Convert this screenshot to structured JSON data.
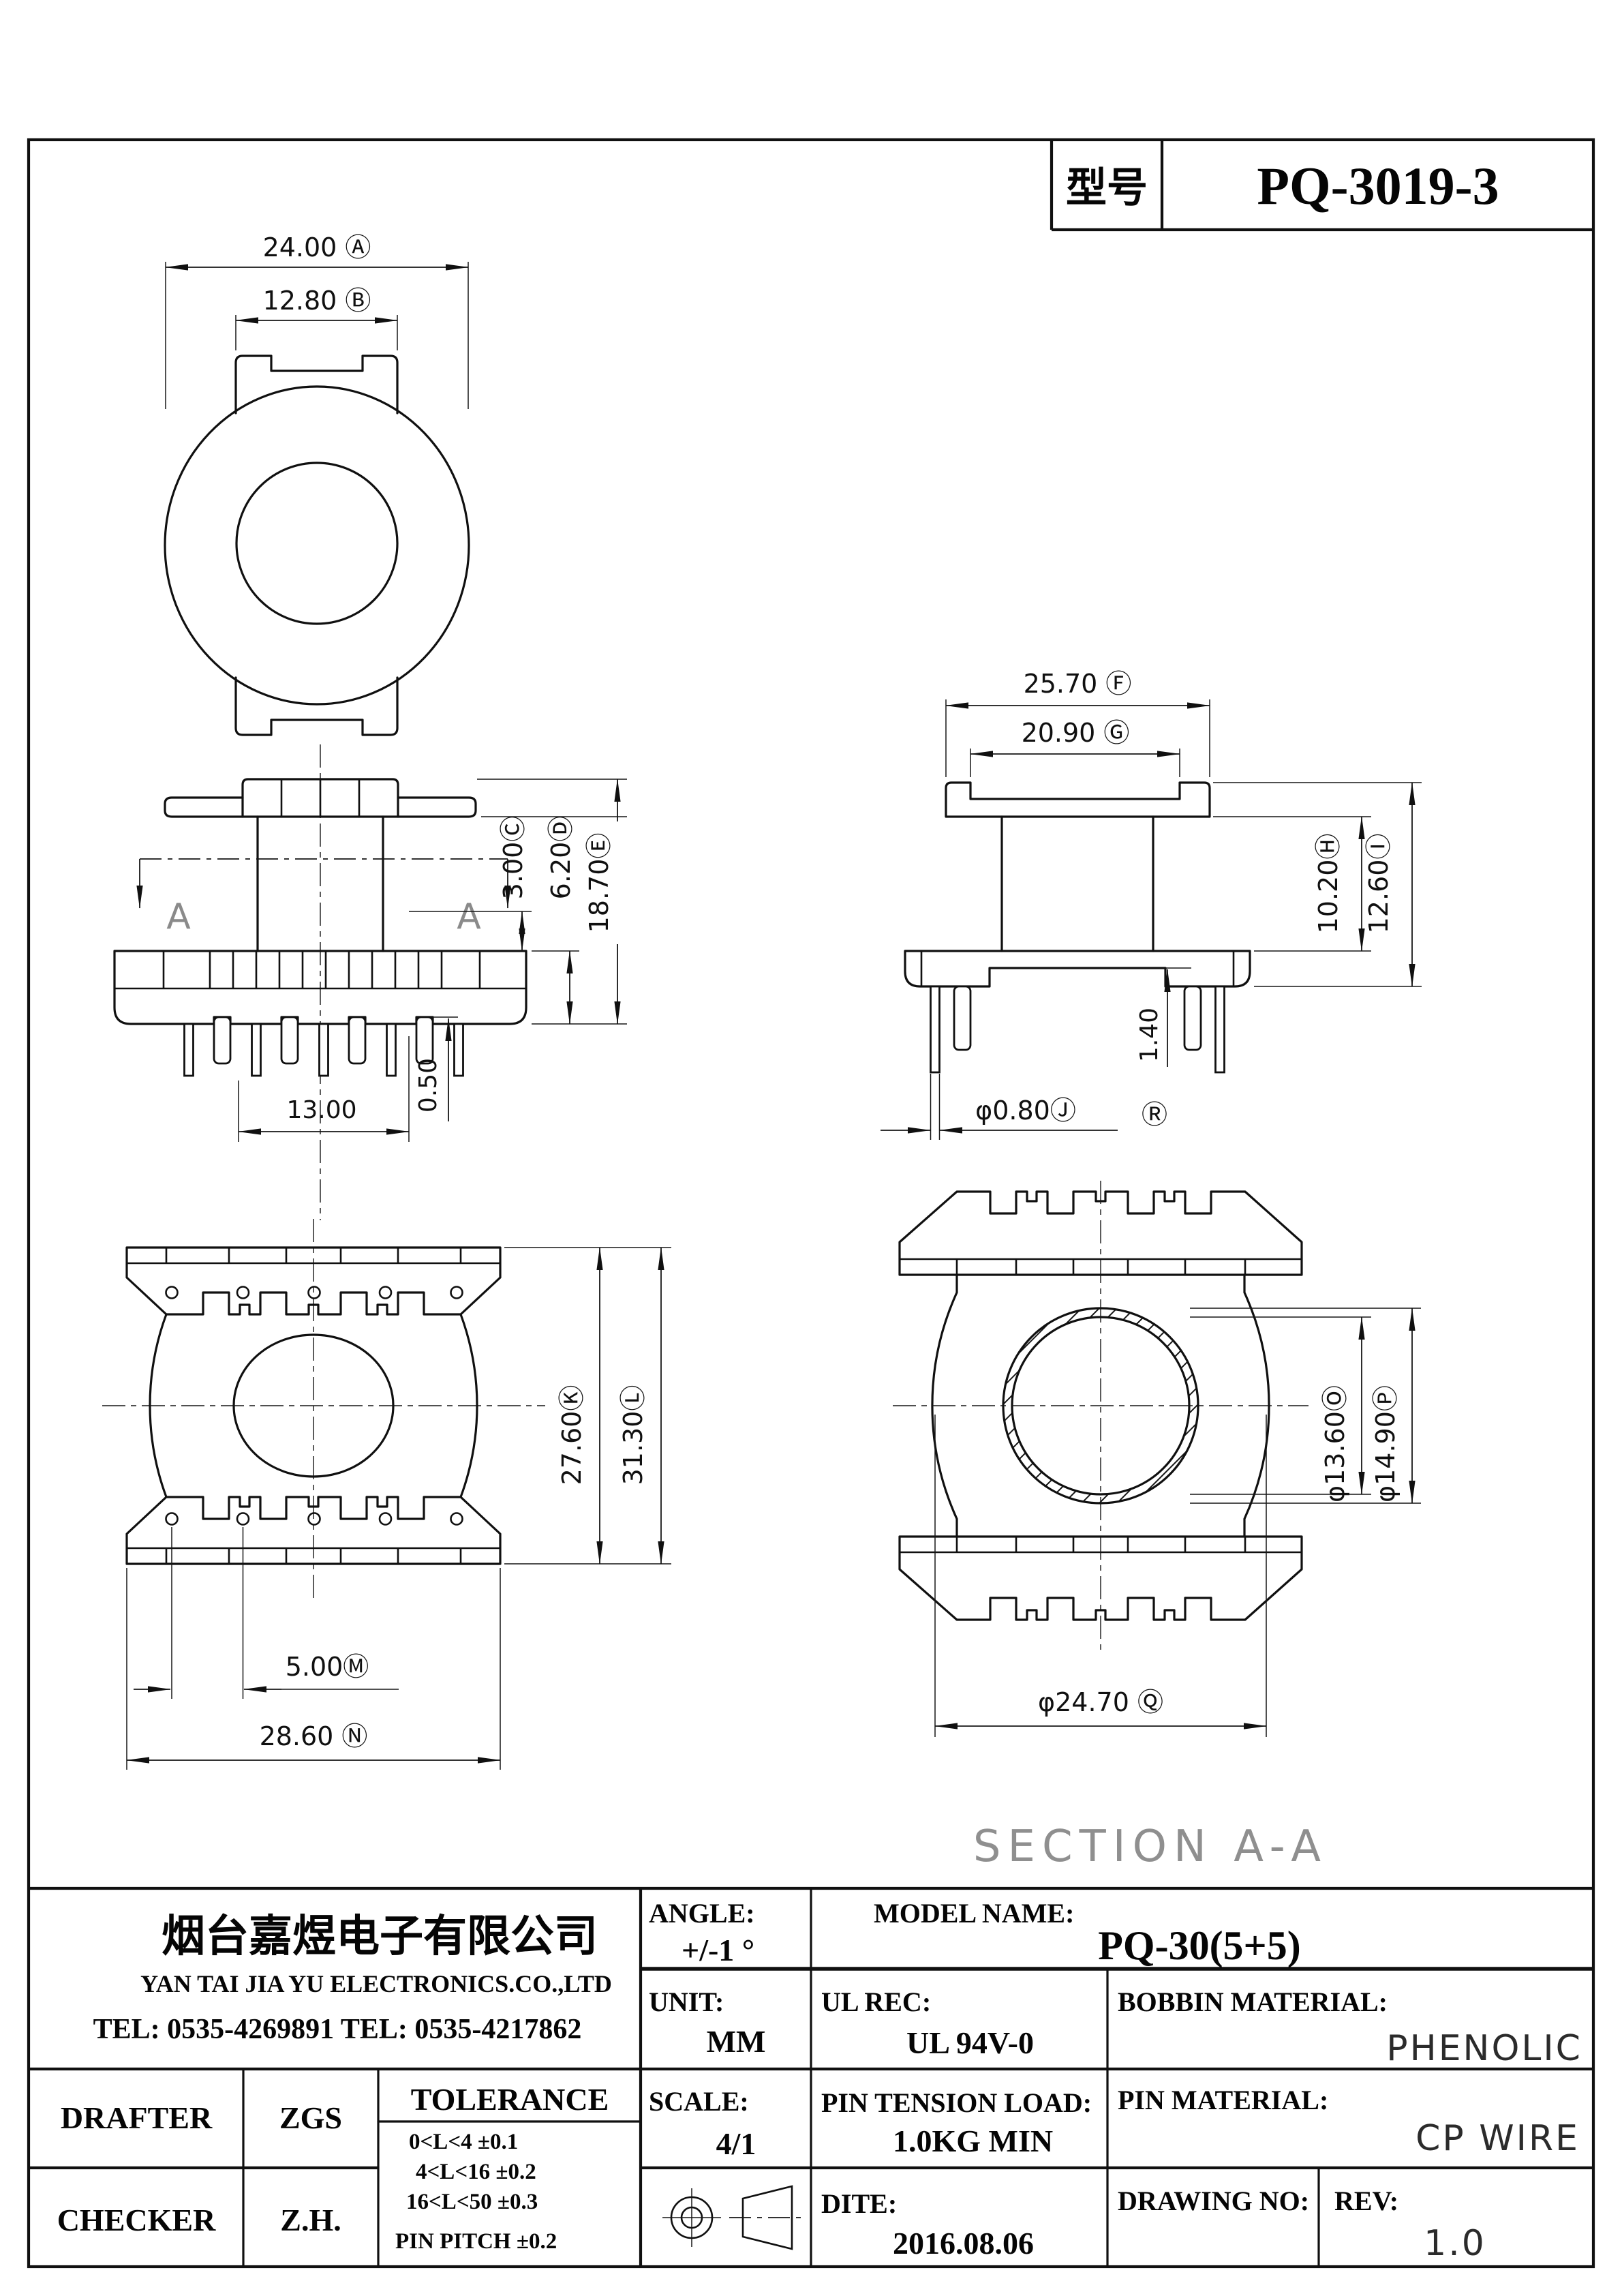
{
  "title": {
    "label": "型号",
    "value": "PQ-3019-3"
  },
  "dims": {
    "a": "24.00 Ⓐ",
    "b": "12.80 Ⓑ",
    "c": "3.00Ⓒ",
    "d": "6.20Ⓓ",
    "e": "18.70Ⓔ",
    "w13": "13.00",
    "s05": "0.50",
    "f": "25.70 Ⓕ",
    "g": "20.90 Ⓖ",
    "h": "10.20Ⓗ",
    "i": "12.60Ⓘ",
    "j": "φ0.80Ⓙ",
    "r": "Ⓡ",
    "t14": "1.40",
    "k": "27.60Ⓚ",
    "l": "31.30Ⓛ",
    "m": "5.00Ⓜ",
    "n": "28.60 Ⓝ",
    "o": "φ13.60Ⓞ",
    "p": "φ14.90Ⓟ",
    "q": "φ24.70 Ⓠ"
  },
  "marks": {
    "a_left": "A",
    "a_right": "A",
    "caption": "SECTION A-A"
  },
  "table": {
    "company_cn": "烟台嘉煜电子有限公司",
    "company_en": "YAN TAI JIA YU ELECTRONICS.CO.,LTD",
    "company_tel": "TEL: 0535-4269891    TEL: 0535-4217862",
    "drafter_label": "DRAFTER",
    "drafter_value": "ZGS",
    "checker_label": "CHECKER",
    "checker_value": "Z.H.",
    "tolerance_title": "TOLERANCE",
    "tolerance_rows": [
      "0<L<4    ±0.1",
      "4<L<16   ±0.2",
      "16<L<50   ±0.3",
      "PIN PITCH  ±0.2"
    ],
    "angle_label": "ANGLE:",
    "angle_value": "+/-1 °",
    "model_label": "MODEL NAME:",
    "model_value": "PQ-30(5+5)",
    "unit_label": "UNIT:",
    "unit_value": "MM",
    "ul_label": "UL REC:",
    "ul_value": "UL 94V-0",
    "bobbin_label": "BOBBIN MATERIAL:",
    "bobbin_value": "PHENOLIC",
    "scale_label": "SCALE:",
    "scale_value": "4/1",
    "pin_tension_label": "PIN TENSION LOAD:",
    "pin_tension_value": "1.0KG MIN",
    "pin_material_label": "PIN MATERIAL:",
    "pin_material_value": "CP WIRE",
    "dite_label": "DITE:",
    "dite_value": "2016.08.06",
    "drawing_no_label": "DRAWING NO:",
    "rev_label": "REV:",
    "rev_value": "1.0"
  }
}
